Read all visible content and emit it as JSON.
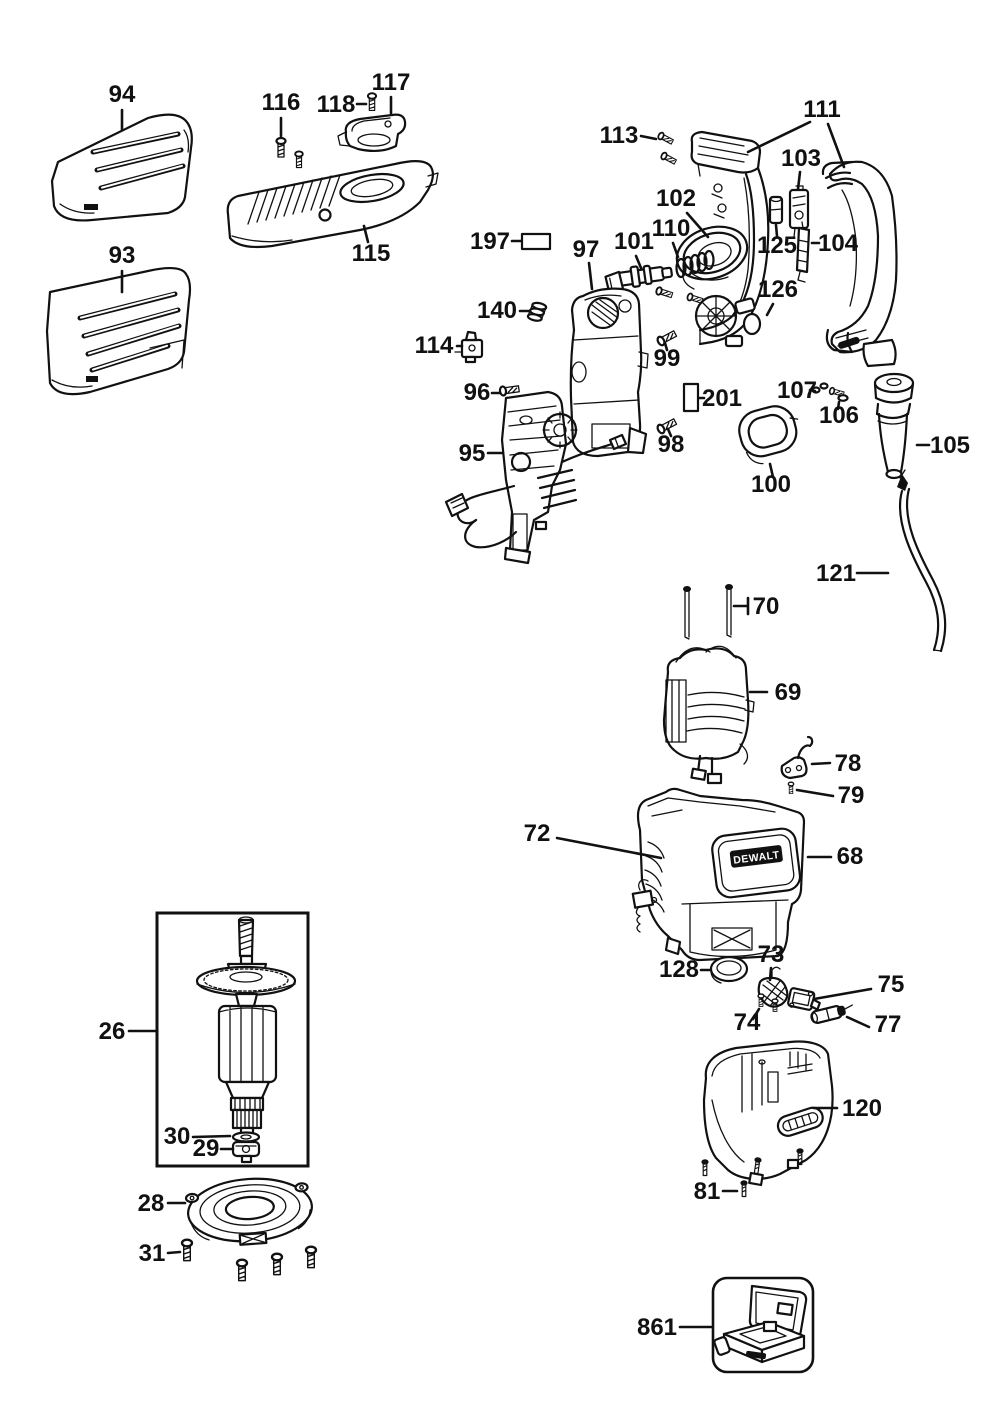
{
  "brand": "DEWALT",
  "labels": {
    "26": "26",
    "28": "28",
    "29": "29",
    "30": "30",
    "31": "31",
    "68": "68",
    "69": "69",
    "70": "70",
    "72": "72",
    "73": "73",
    "74": "74",
    "75": "75",
    "77": "77",
    "78": "78",
    "79": "79",
    "81": "81",
    "93": "93",
    "94": "94",
    "95": "95",
    "96": "96",
    "97": "97",
    "98": "98",
    "99": "99",
    "100": "100",
    "101": "101",
    "102": "102",
    "103": "103",
    "104": "104",
    "105": "105",
    "106": "106",
    "107": "107",
    "110": "110",
    "111": "111",
    "113": "113",
    "114": "114",
    "115": "115",
    "116": "116",
    "117": "117",
    "118": "118",
    "120": "120",
    "121": "121",
    "125": "125",
    "126": "126",
    "128": "128",
    "140": "140",
    "197": "197",
    "201": "201",
    "861": "861"
  }
}
